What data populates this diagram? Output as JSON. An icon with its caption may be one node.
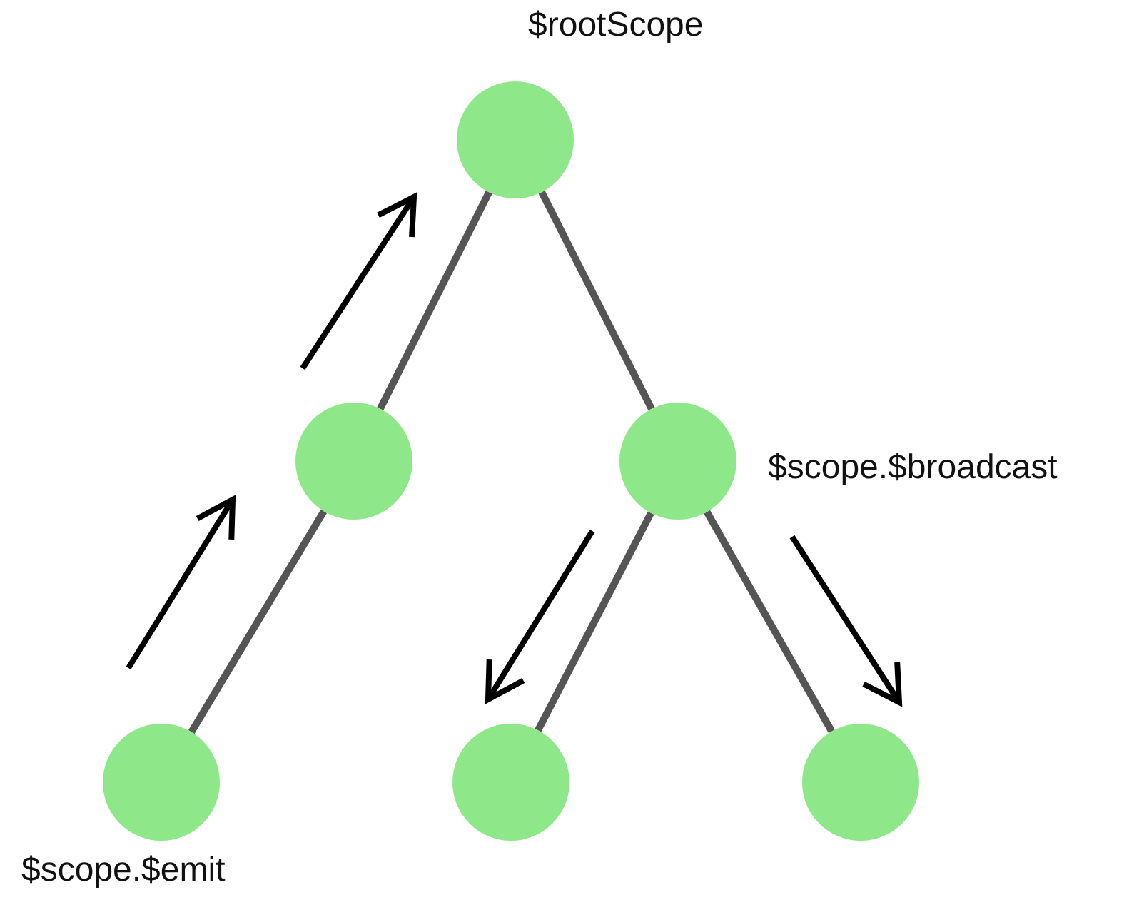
{
  "diagram": {
    "nodes": [
      {
        "text": [],
        "shape": "circle",
        "beside": [
          "$rootScope"
        ]
      },
      {
        "text": [],
        "shape": "circle"
      },
      {
        "text": [],
        "shape": "circle",
        "beside": [
          "$scope.$broadcast"
        ]
      },
      {
        "text": [],
        "shape": "circle",
        "beside": [
          "$scope.$emit"
        ]
      },
      {
        "text": [],
        "shape": "circle"
      },
      {
        "text": [],
        "shape": "circle"
      }
    ],
    "edges": [
      {
        "from": 0,
        "to": 1,
        "arrow": "none"
      },
      {
        "from": 0,
        "to": 2,
        "arrow": "none"
      },
      {
        "from": 1,
        "to": 3,
        "arrow": "none"
      },
      {
        "from": 2,
        "to": 4,
        "arrow": "none"
      },
      {
        "from": 2,
        "to": 5,
        "arrow": "none"
      }
    ]
  }
}
